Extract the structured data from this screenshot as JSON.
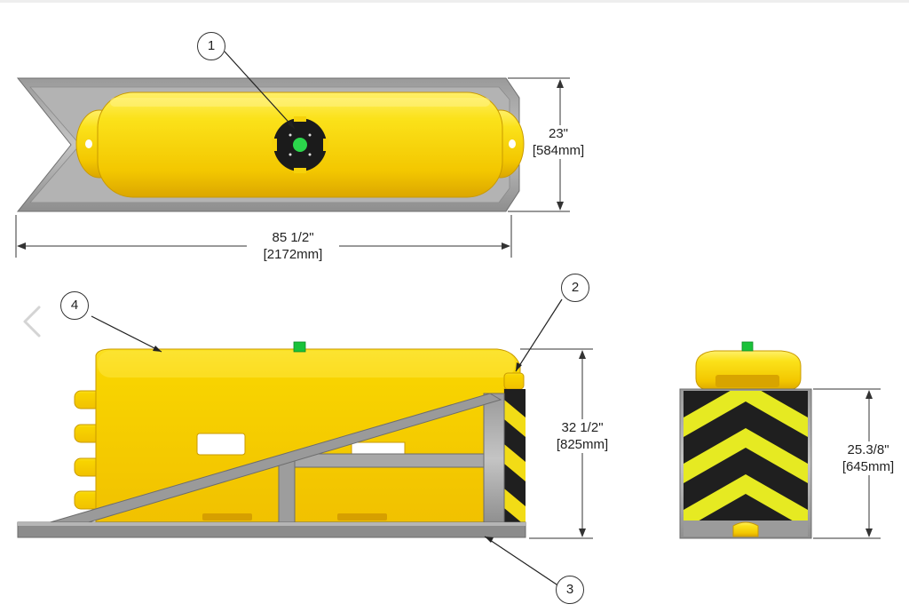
{
  "callouts": {
    "c1": "1",
    "c2": "2",
    "c3": "3",
    "c4": "4"
  },
  "dimensions": {
    "top_width_in": "23\"",
    "top_width_mm": "[584mm]",
    "top_length_in": "85 1/2\"",
    "top_length_mm": "[2172mm]",
    "side_height_in": "32 1/2\"",
    "side_height_mm": "[825mm]",
    "end_height_in": "25.3/8\"",
    "end_height_mm": "[645mm]"
  },
  "colors": {
    "yellow": "#f6d20a",
    "yellow_light": "#fde74a",
    "yellow_dark": "#d9a800",
    "steel": "#8a8a8a",
    "steel_light": "#b9b9b9",
    "chevron_black": "#1f1f1f",
    "chevron_yellow": "#e6ea22",
    "green": "#19c23a"
  },
  "icons": {
    "nav": "chevron-left-icon"
  }
}
